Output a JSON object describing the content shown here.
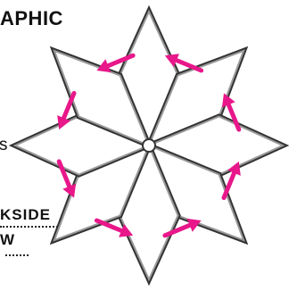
{
  "fragments": {
    "title": "APHIC",
    "s_char": "s",
    "kside": "KSIDE",
    "w_char": "W"
  },
  "diagram": {
    "petal_count": 8,
    "arrow_count": 8,
    "petal_outline_color": "#333333",
    "petal_inner_color": "#9a9a9a",
    "petal_fill_color": "#ffffff",
    "arrow_color": "#e8178a",
    "arrow_direction": "counter-clockwise"
  }
}
